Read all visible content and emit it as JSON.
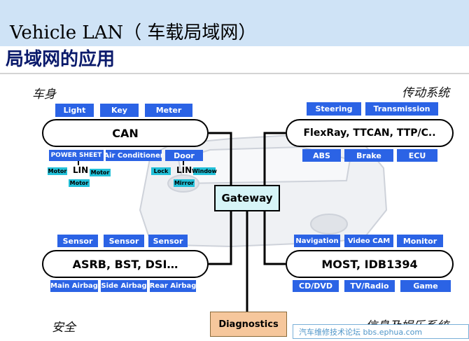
{
  "header": {
    "title": "Vehicle LAN（ 车载局域网）",
    "subtitle": "局域网的应用"
  },
  "categories": {
    "body": "车身",
    "powertrain": "传动系统",
    "safety": "安全",
    "infotainment": "信息及娱乐系统"
  },
  "can": {
    "label": "CAN",
    "top_nodes": [
      "Light",
      "Key",
      "Meter"
    ],
    "bottom_nodes": [
      "POWER SHEET",
      "Air Conditioner",
      "Door"
    ]
  },
  "lin_left": {
    "label": "LIN",
    "nodes": [
      "Motor",
      "Motor",
      "Motor"
    ]
  },
  "lin_right": {
    "label": "LIN",
    "nodes": [
      "Lock",
      "Window",
      "Mirror"
    ]
  },
  "flexray": {
    "label": "FlexRay, TTCAN, TTP/C..",
    "top_nodes": [
      "Steering",
      "Transmission"
    ],
    "bottom_nodes": [
      "ABS",
      "Brake",
      "ECU"
    ]
  },
  "asrb": {
    "label": "ASRB, BST, DSI…",
    "top_nodes": [
      "Sensor",
      "Sensor",
      "Sensor"
    ],
    "bottom_nodes": [
      "Main Airbag",
      "Side Airbag",
      "Rear Airbag"
    ]
  },
  "most": {
    "label": "MOST, IDB1394",
    "top_nodes": [
      "Navigation",
      "Video CAM",
      "Monitor"
    ],
    "bottom_nodes": [
      "CD/DVD",
      "TV/Radio",
      "Game"
    ]
  },
  "gateway": {
    "label": "Gateway"
  },
  "diagnostics": {
    "label": "Diagnostics"
  },
  "watermark": "汽车维修技术论坛 bbs.ephua.com"
}
